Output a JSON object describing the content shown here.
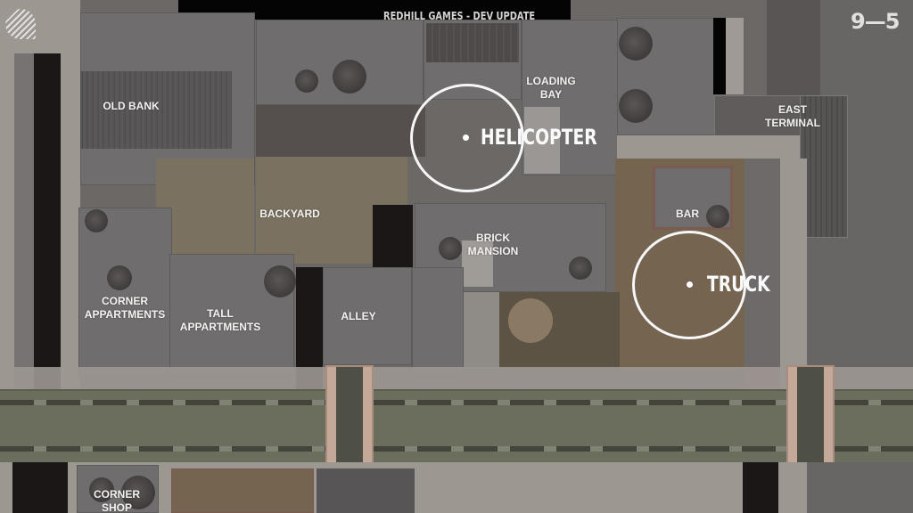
{
  "header": {
    "title": "REDHILL GAMES - DEV UPDATE",
    "logo_right": "9—5",
    "logo_left_icon": "striped-emblem-icon"
  },
  "map": {
    "view": "top-down satellite map",
    "areas": [
      {
        "id": "old-bank",
        "label": "OLD BANK"
      },
      {
        "id": "loading-bay",
        "label_line1": "LOADING",
        "label_line2": "BAY"
      },
      {
        "id": "east-terminal",
        "label_line1": "EAST",
        "label_line2": "TERMINAL"
      },
      {
        "id": "backyard",
        "label": "BACKYARD"
      },
      {
        "id": "bar",
        "label": "BAR"
      },
      {
        "id": "brick-mansion",
        "label_line1": "BRICK",
        "label_line2": "MANSION"
      },
      {
        "id": "corner-appartments",
        "label_line1": "CORNER",
        "label_line2": "APPARTMENTS"
      },
      {
        "id": "tall-appartments",
        "label_line1": "TALL",
        "label_line2": "APPARTMENTS"
      },
      {
        "id": "alley",
        "label": "ALLEY"
      },
      {
        "id": "corner-shop",
        "label_line1": "CORNER",
        "label_line2": "SHOP"
      }
    ],
    "markers": [
      {
        "id": "helicopter",
        "label": "HELICOPTER",
        "icon": "circle-marker-icon"
      },
      {
        "id": "truck",
        "label": "TRUCK",
        "icon": "circle-marker-icon"
      }
    ]
  },
  "colors": {
    "label_text": "#f4f2ef",
    "marker_ring": "#f7f7f7",
    "roof": "#6f6d6e",
    "bridge": "#6b6e5c",
    "water": "#686664"
  }
}
